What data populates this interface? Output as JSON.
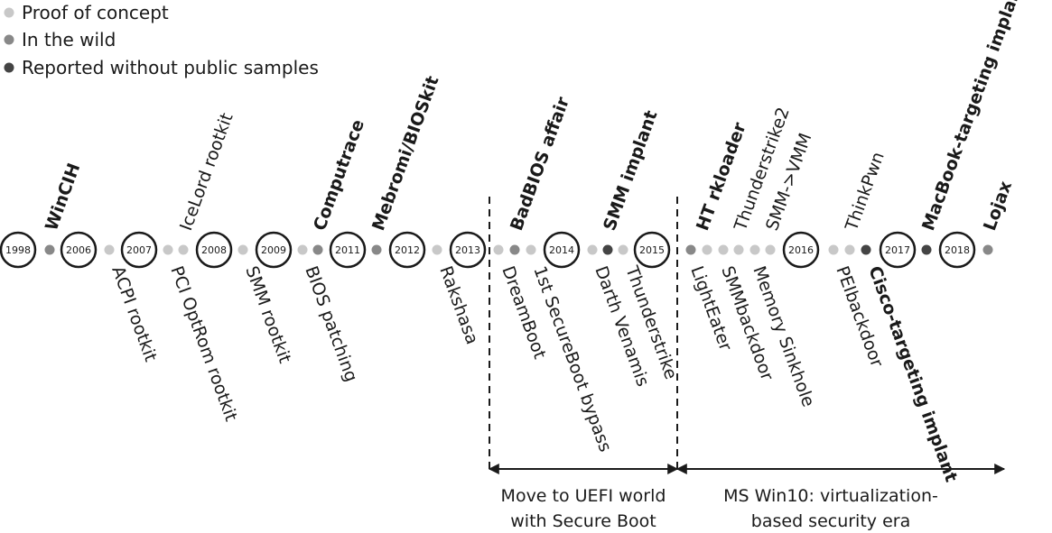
{
  "legend": {
    "items": [
      {
        "label": "Proof of concept",
        "color": "#c8c8c8"
      },
      {
        "label": "In the wild",
        "color": "#888888"
      },
      {
        "label": "Reported without public samples",
        "color": "#444444"
      }
    ]
  },
  "years": [
    "1998",
    "2006",
    "2007",
    "2008",
    "2009",
    "2011",
    "2012",
    "2013",
    "2014",
    "2015",
    "2016",
    "2017",
    "2018"
  ],
  "events": {
    "wincih": "WinCIH",
    "acpi": "ACPI rootkit",
    "icelord": "IceLord rootkit",
    "pci_optrom": "PCI OptRom rootkit",
    "smm_rootkit": "SMM rootkit",
    "computrace": "Computrace",
    "bios_patching": "BIOS patching",
    "mebromi": "Mebromi/BIOSkit",
    "rakshasa": "Rakshasa",
    "badbios": "BadBIOS affair",
    "dreamboot": "DreamBoot",
    "secureboot_bypass": "1st SecureBoot bypass",
    "smm_implant": "SMM implant",
    "darth_venamis": "Darth Venamis",
    "thunderstrike": "Thunderstrike",
    "ht_rkloader": "HT rkloader",
    "lighteater": "LightEater",
    "smmbackdoor": "SMMbackdoor",
    "thunderstrike2": "Thunderstrike2",
    "memory_sinkhole": "Memory Sinkhole",
    "smm_vmm": "SMM->VMM",
    "thinkpwn": "ThinkPwn",
    "pelbackdoor": "PEIbackdoor",
    "cisco_implant": "Cisco-targeting implant",
    "macbook_implant": "MacBook-targeting implant",
    "lojax": "Lojax"
  },
  "eras": {
    "uefi_line1": "Move to UEFI world",
    "uefi_line2": "with Secure Boot",
    "win10_line1": "MS Win10: virtualization-",
    "win10_line2": "based security era"
  }
}
